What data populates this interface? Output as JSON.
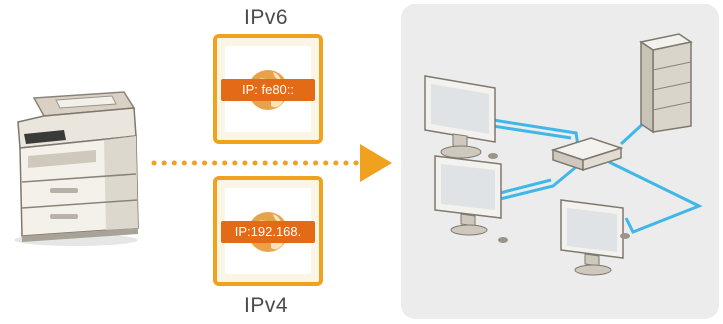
{
  "ipv6": {
    "version_label": "IPv6",
    "address_label": "IP: fe80::"
  },
  "ipv4": {
    "version_label": "IPv4",
    "address_label": "IP:192.168."
  },
  "colors": {
    "accent_orange": "#f0a21e",
    "tag_orange": "#e36a17",
    "cable_blue": "#3fb8e8",
    "panel_gray": "#ececec"
  },
  "icons": [
    "printer-icon",
    "globe-icon",
    "arrow-right-icon",
    "monitor-icon",
    "server-icon",
    "router-icon"
  ]
}
